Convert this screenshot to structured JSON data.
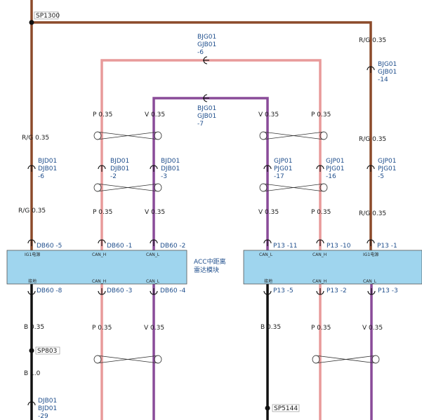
{
  "colors": {
    "brown": "#8c4a2a",
    "pink": "#e89a9a",
    "violet": "#8a4b99",
    "black": "#111111",
    "module_fill": "#9fd5ee",
    "label_blue": "#1f4e8c"
  },
  "splices": {
    "sp1300": "SP1300",
    "sp803": "SP803",
    "sp5144": "SP5144"
  },
  "module": {
    "name": "ACC中距离雷达模块"
  },
  "module_left": {
    "pin_labels_top": [
      "IG1电源",
      "CAN_H",
      "CAN_L"
    ],
    "pin_labels_bottom": [
      "接地",
      "CAN_H",
      "CAN_L"
    ]
  },
  "module_right": {
    "pin_labels_top": [
      "CAN_L",
      "CAN_H",
      "IG1电源"
    ],
    "pin_labels_bottom": [
      "接地",
      "CAN_H",
      "CAN_L"
    ]
  },
  "wire_labels": {
    "rg": "R/G 0.35",
    "p": "P 0.35",
    "v": "V 0.35",
    "b": "B 0.35",
    "b10": "B 1.0"
  },
  "connectors": {
    "bjg_gjb_6": [
      "BJG01",
      "GJB01",
      "-6"
    ],
    "bjg_gjb_7": [
      "BJG01",
      "GJB01",
      "-7"
    ],
    "bjg_gjb_14": [
      "BJG01",
      "GJB01",
      "-14"
    ],
    "bjd_djb_6": [
      "BJD01",
      "DJB01",
      "-6"
    ],
    "bjd_djb_2": [
      "BJD01",
      "DJB01",
      "-2"
    ],
    "bjd_djb_3": [
      "BJD01",
      "DJB01",
      "-3"
    ],
    "gjp_pjg_17": [
      "GJP01",
      "PJG01",
      "-17"
    ],
    "gjp_pjg_16": [
      "GJP01",
      "PJG01",
      "-16"
    ],
    "gjp_pjg_5": [
      "GJP01",
      "PJG01",
      "-5"
    ],
    "djb_bjd_29": [
      "DJB01",
      "BJD01",
      "-29"
    ]
  },
  "pins": {
    "db60_5": "DB60 -5",
    "db60_1": "DB60 -1",
    "db60_2": "DB60 -2",
    "db60_8": "DB60 -8",
    "db60_3": "DB60 -3",
    "db60_4": "DB60 -4",
    "p13_11": "P13 -11",
    "p13_10": "P13 -10",
    "p13_1": "P13 -1",
    "p13_5": "P13 -5",
    "p13_2": "P13 -2",
    "p13_3": "P13 -3"
  }
}
